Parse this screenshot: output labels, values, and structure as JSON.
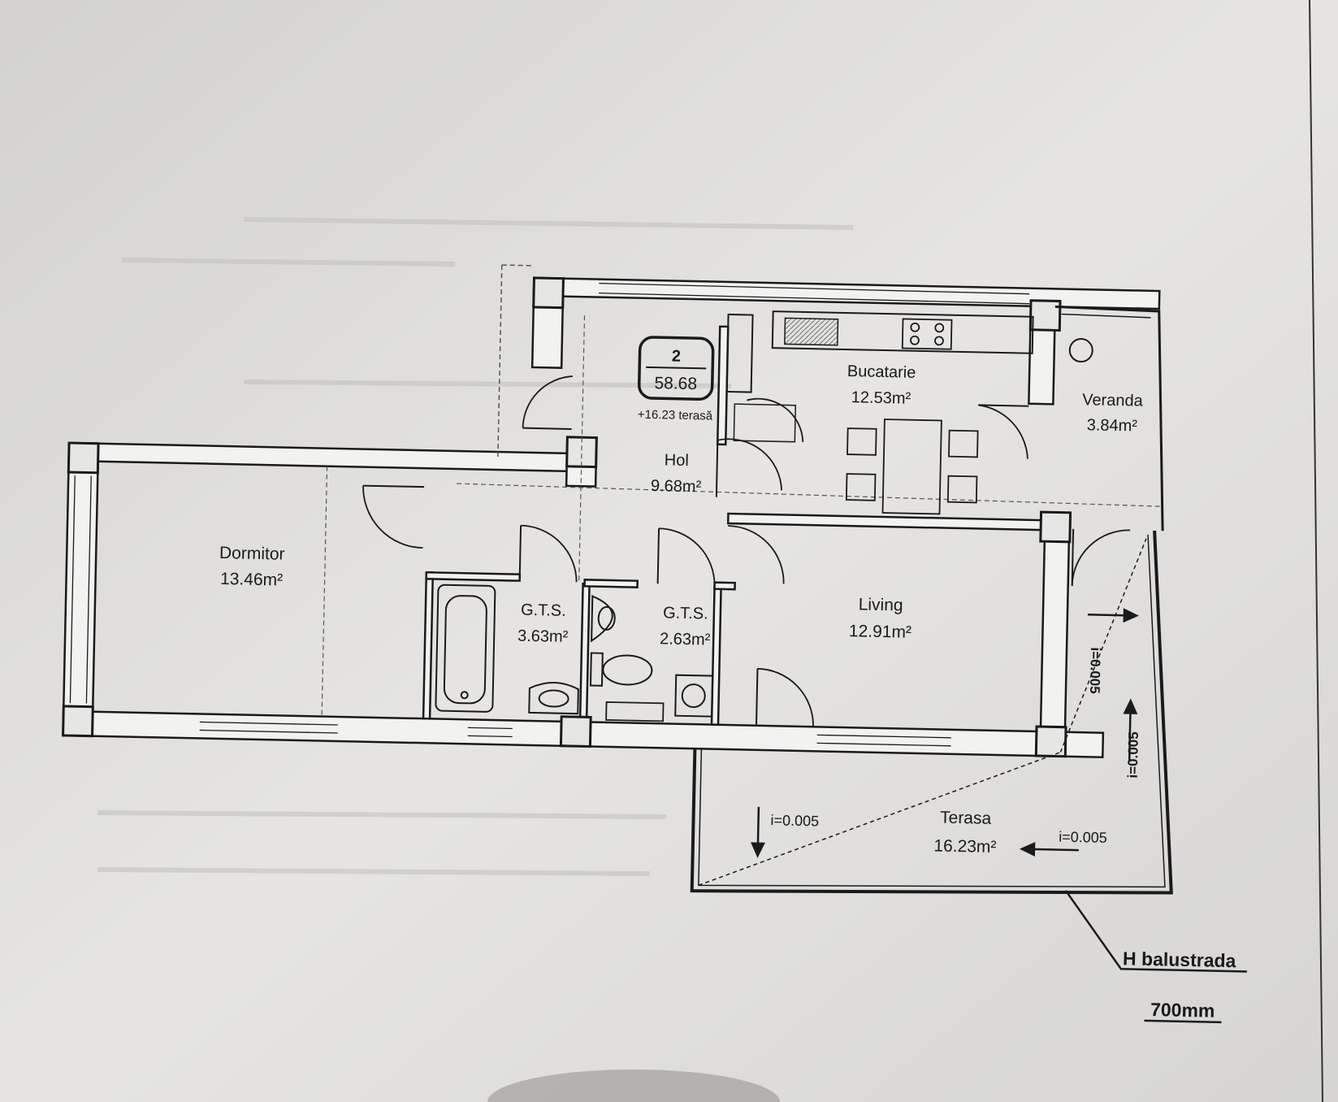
{
  "apartment": {
    "number": "2",
    "total_area": "58.68",
    "terrace_note": "+16.23 terasă"
  },
  "rooms": {
    "bucatarie": {
      "name": "Bucatarie",
      "area": "12.53m²"
    },
    "veranda": {
      "name": "Veranda",
      "area": "3.84m²"
    },
    "hol": {
      "name": "Hol",
      "area": "9.68m²"
    },
    "dormitor": {
      "name": "Dormitor",
      "area": "13.46m²"
    },
    "gts_1": {
      "name": "G.T.S.",
      "area": "3.63m²"
    },
    "gts_2": {
      "name": "G.T.S.",
      "area": "2.63m²"
    },
    "living": {
      "name": "Living",
      "area": "12.91m²"
    },
    "terasa": {
      "name": "Terasa",
      "area": "16.23m²"
    }
  },
  "slopes": {
    "living_right": "i=0.005",
    "terrace_right": "i=0.005",
    "terrace_left": "i=0.005",
    "terrace_bottom": "i=0.005"
  },
  "balustrade": {
    "label": "H balustrada",
    "height": "700mm"
  },
  "colors": {
    "paper": "#e9e8e6",
    "ink": "#1a1a1a",
    "wall_fill": "#f2f2f0"
  }
}
